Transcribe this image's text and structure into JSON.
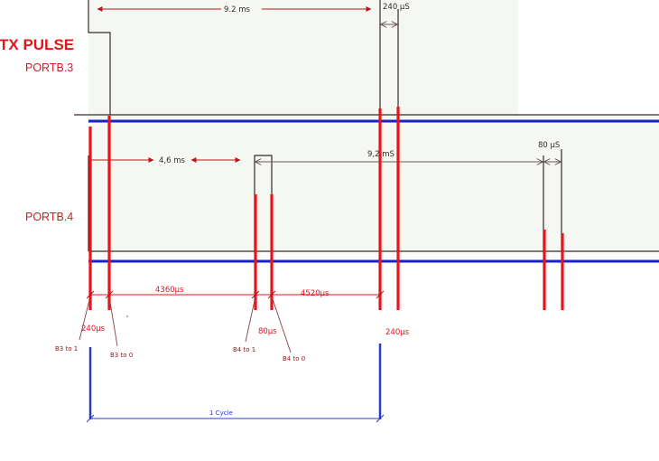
{
  "labels": {
    "title": "TX PULSE",
    "portb3": "PORTB.3",
    "portb4": "PORTB.4"
  },
  "dimensions": {
    "tx_period": "9.2 ms",
    "tx_pulse_width": "240 µS",
    "half_period": "4,6 ms",
    "rb4_period": "9,2 mS",
    "rb4_pulse_width": "80  µS",
    "gap_1": "4360µs",
    "gap_2": "4520µs",
    "width_a": "240µs",
    "width_b": "80µs",
    "width_c": "240µs",
    "cycle": "1 Cycle"
  },
  "transitions": {
    "b3_to_1": "B3 to 1",
    "b3_to_0": "B3 to 0",
    "b4_to_1": "B4 to 1",
    "b4_to_0": "B4 to 0"
  },
  "colors": {
    "pulse_red": "#e8141c",
    "axis_blue": "#1a21c8",
    "annotation_red": "#b81818",
    "cycle_blue": "#2b3cc4",
    "trace_dark": "#3a2a2a",
    "panel_bg": "#f4f7f2"
  }
}
